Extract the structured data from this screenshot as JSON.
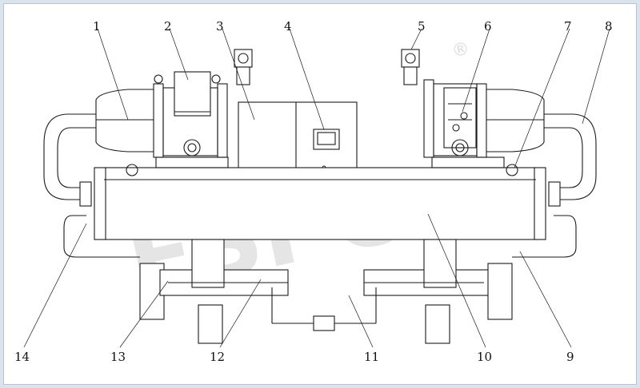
{
  "diagram": {
    "watermark": "ESPC ®",
    "callouts": [
      {
        "id": "1",
        "label": "1"
      },
      {
        "id": "2",
        "label": "2"
      },
      {
        "id": "3",
        "label": "3"
      },
      {
        "id": "4",
        "label": "4"
      },
      {
        "id": "5",
        "label": "5"
      },
      {
        "id": "6",
        "label": "6"
      },
      {
        "id": "7",
        "label": "7"
      },
      {
        "id": "8",
        "label": "8"
      },
      {
        "id": "9",
        "label": "9"
      },
      {
        "id": "10",
        "label": "10"
      },
      {
        "id": "11",
        "label": "11"
      },
      {
        "id": "12",
        "label": "12"
      },
      {
        "id": "13",
        "label": "13"
      },
      {
        "id": "14",
        "label": "14"
      }
    ]
  }
}
